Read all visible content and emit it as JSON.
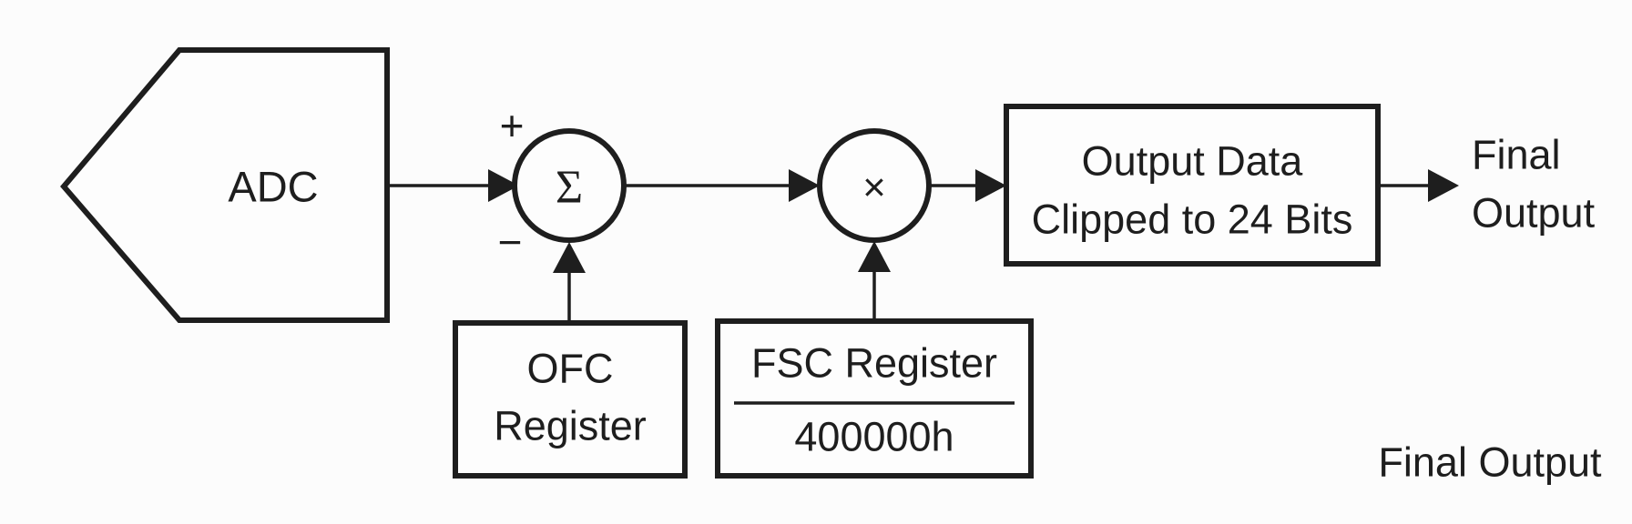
{
  "colors": {
    "ink": "#1e1e1e",
    "paper": "#fdfdfd",
    "background": "#fcfcfc"
  },
  "blocks": {
    "adc": {
      "label": "ADC"
    },
    "summer": {
      "symbol": "Σ",
      "plus_sign": "+",
      "minus_sign": "−"
    },
    "multiplier": {
      "symbol": "×"
    },
    "output": {
      "line1": "Output Data",
      "line2": "Clipped to 24 Bits"
    },
    "ofc": {
      "line1": "OFC",
      "line2": "Register"
    },
    "fsc": {
      "numerator": "FSC Register",
      "denominator": "400000h"
    }
  },
  "labels": {
    "final_output_line1": "Final",
    "final_output_line2": "Output",
    "caption": "Final Output"
  }
}
